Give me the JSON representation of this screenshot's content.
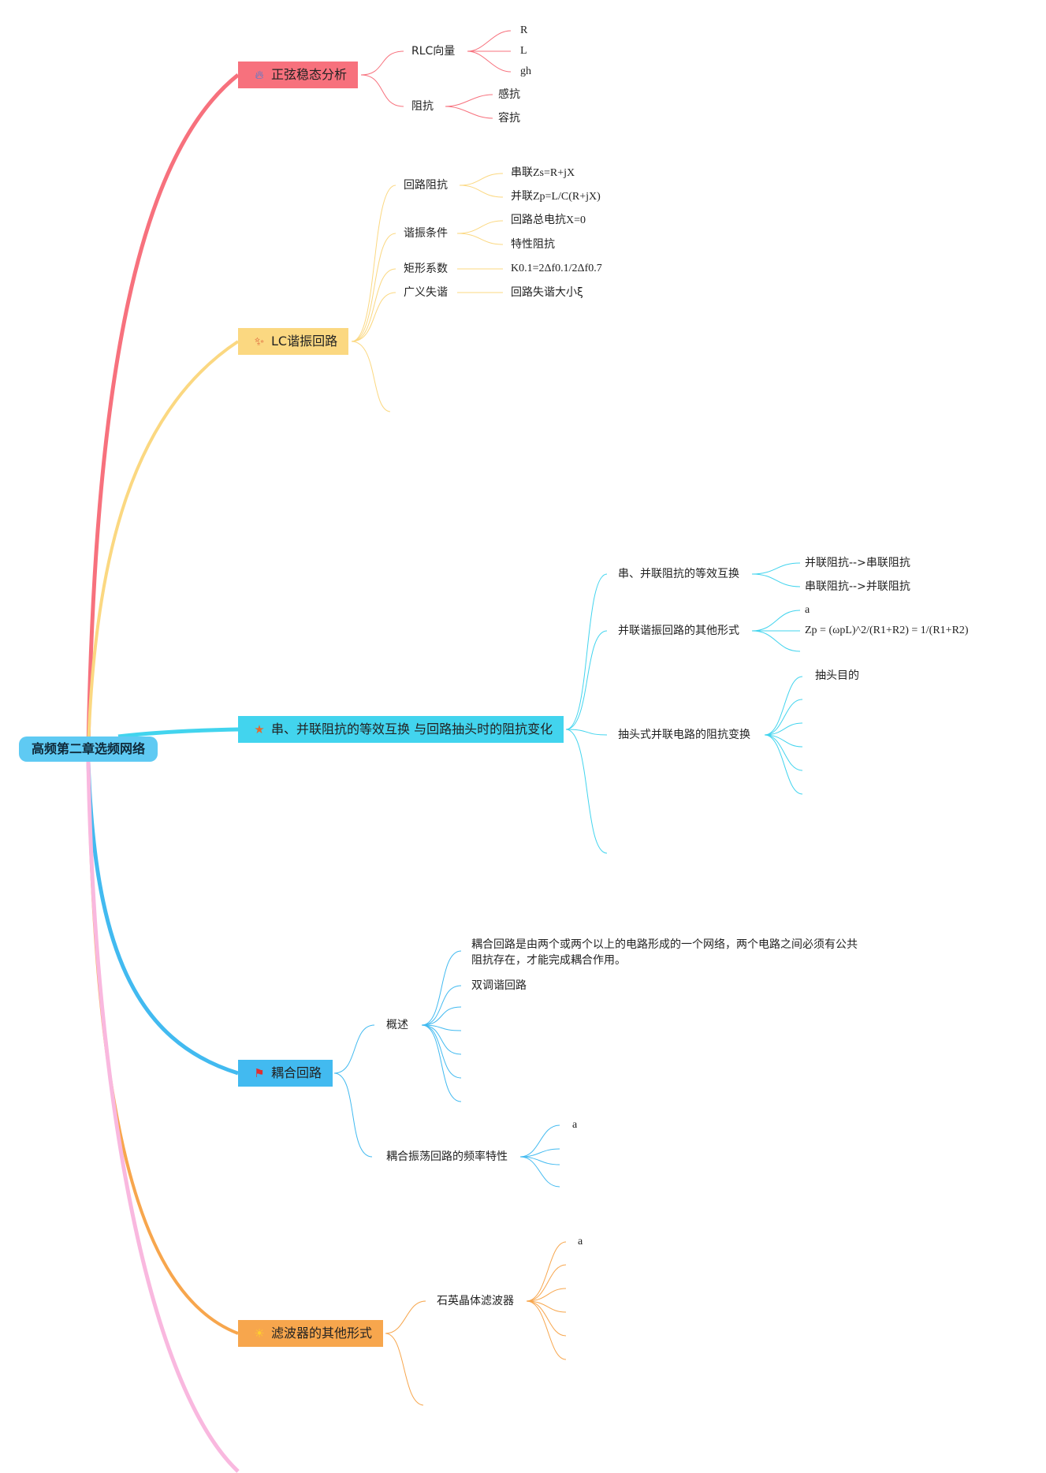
{
  "root": {
    "label": "高频第二章选频网络"
  },
  "branches": {
    "sine": {
      "label": "正弦稳态分析",
      "icon": "fire-icon"
    },
    "lc": {
      "label": "LC谐振回路",
      "icon": "sparkle-icon"
    },
    "series": {
      "label": "串、并联阻抗的等效互换 与回路抽头时的阻抗变化",
      "icon": "star-icon"
    },
    "coupled": {
      "label": "耦合回路",
      "icon": "flag-icon"
    },
    "filter": {
      "label": "滤波器的其他形式",
      "icon": "sun-icon"
    }
  },
  "nodes": {
    "rlc": "RLC向量",
    "rlc_r": "R",
    "rlc_l": "L",
    "rlc_gh": "gh",
    "impedance": "阻抗",
    "inductive": "感抗",
    "capacitive": "容抗",
    "loop_impedance": "回路阻抗",
    "series_z": "串联Zs=R+jX",
    "parallel_z": "并联Zp=L/C(R+jX)",
    "resonance_cond": "谐振条件",
    "total_x": "回路总电抗X=0",
    "char_impedance": "特性阻抗",
    "rect_coeff": "矩形系数",
    "k01": "K0.1=2Δf0.1/2Δf0.7",
    "gen_detune": "广义失谐",
    "detune_size": "回路失谐大小ξ",
    "equiv_transform": "串、并联阻抗的等效互换",
    "p_to_s": "并联阻抗-->串联阻抗",
    "s_to_p": "串联阻抗-->并联阻抗",
    "other_forms": "并联谐振回路的其他形式",
    "of_a": "a",
    "zp_formula": "Zp = (ωpL)^2/(R1+R2) = 1/(R1+R2)",
    "tap_transform": "抽头式并联电路的阻抗变换",
    "tap_purpose": "抽头目的",
    "overview": "概述",
    "coupled_def": "耦合回路是由两个或两个以上的电路形成的一个网络，两个电路之间必须有公共阻抗存在，才能完成耦合作用。",
    "double_tuned": "双调谐回路",
    "freq_char": "耦合振荡回路的频率特性",
    "fc_a": "a",
    "quartz": "石英晶体滤波器",
    "q_a": "a"
  },
  "colors": {
    "red": "#f7717d",
    "yellow": "#fbd881",
    "cyan": "#42d4ee",
    "blue": "#42baf0",
    "orange": "#f7a64d",
    "pink": "#f9b8df"
  }
}
